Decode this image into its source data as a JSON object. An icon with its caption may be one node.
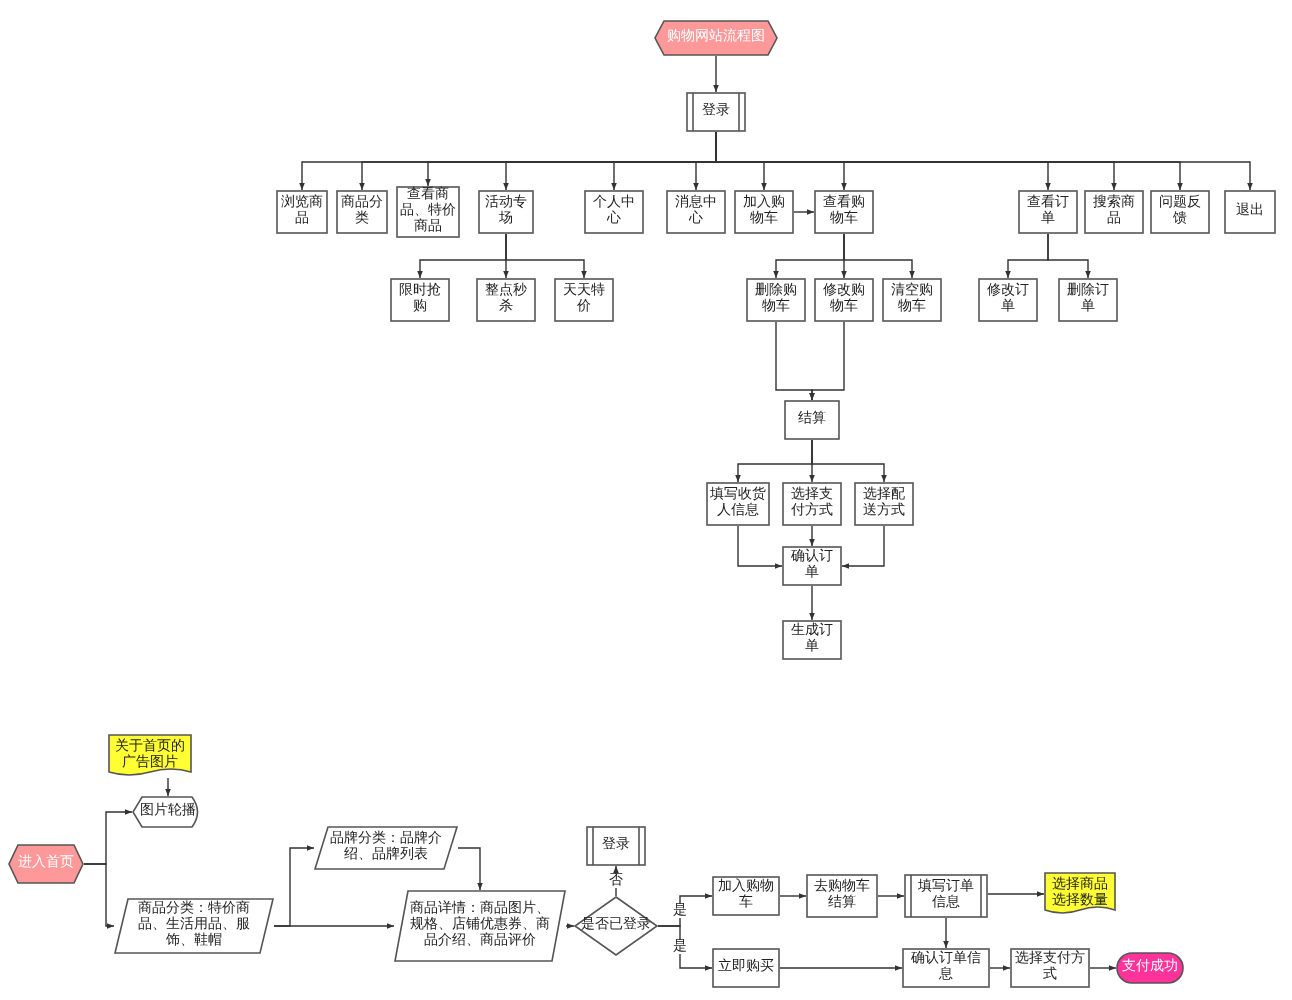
{
  "diagram": {
    "nodes": [
      {
        "text": [
          "购物网站流程图"
        ]
      },
      {
        "text": [
          "登录"
        ]
      },
      {
        "text": [
          "浏览商品"
        ]
      },
      {
        "text": [
          "商品分类"
        ]
      },
      {
        "text": [
          "查看商品、特价商品"
        ]
      },
      {
        "text": [
          "活动专场"
        ]
      },
      {
        "text": [
          "个人中心"
        ]
      },
      {
        "text": [
          "消息中心"
        ]
      },
      {
        "text": [
          "加入购物车"
        ]
      },
      {
        "text": [
          "查看购物车"
        ]
      },
      {
        "text": [
          "查看订单"
        ]
      },
      {
        "text": [
          "搜索商品"
        ]
      },
      {
        "text": [
          "问题反馈"
        ]
      },
      {
        "text": [
          "退出"
        ]
      },
      {
        "text": [
          "限时抢购"
        ]
      },
      {
        "text": [
          "整点秒杀"
        ]
      },
      {
        "text": [
          "天天特价"
        ]
      },
      {
        "text": [
          "删除购物车"
        ]
      },
      {
        "text": [
          "修改购物车"
        ]
      },
      {
        "text": [
          "清空购物车"
        ]
      },
      {
        "text": [
          "修改订单"
        ]
      },
      {
        "text": [
          "删除订单"
        ]
      },
      {
        "text": [
          "结算"
        ]
      },
      {
        "text": [
          "填写收货人信息"
        ]
      },
      {
        "text": [
          "选择支付方式"
        ]
      },
      {
        "text": [
          "选择配送方式"
        ]
      },
      {
        "text": [
          "确认订单"
        ]
      },
      {
        "text": [
          "生成订单"
        ]
      },
      {
        "text": [
          "进入首页"
        ]
      },
      {
        "text": [
          "关于首页的广告图片"
        ]
      },
      {
        "text": [
          "图片轮播"
        ]
      },
      {
        "text": [
          "商品分类：特价商品、生活用品、服饰、鞋帽"
        ]
      },
      {
        "text": [
          "品牌分类：品牌介绍、品牌列表"
        ]
      },
      {
        "text": [
          "商品详情：商品图片、规格、店铺优惠券、商品介绍、商品评价"
        ]
      },
      {
        "text": [
          "是否已登录"
        ]
      },
      {
        "text": [
          "登录"
        ]
      },
      {
        "text": [
          "加入购物车"
        ]
      },
      {
        "text": [
          "立即购买"
        ]
      },
      {
        "text": [
          "去购物车结算"
        ]
      },
      {
        "text": [
          "填写订单信息"
        ]
      },
      {
        "text": [
          "选择商品选择数量"
        ]
      },
      {
        "text": [
          "确认订单信息"
        ]
      },
      {
        "text": [
          "选择支付方式"
        ]
      },
      {
        "text": [
          "支付成功"
        ]
      }
    ],
    "edges": [
      {
        "from": 0,
        "to": 1,
        "arrow": "to"
      },
      {
        "from": 1,
        "to": 2,
        "arrow": "to"
      },
      {
        "from": 1,
        "to": 3,
        "arrow": "to"
      },
      {
        "from": 1,
        "to": 4,
        "arrow": "to"
      },
      {
        "from": 1,
        "to": 5,
        "arrow": "to"
      },
      {
        "from": 1,
        "to": 6,
        "arrow": "to"
      },
      {
        "from": 1,
        "to": 7,
        "arrow": "to"
      },
      {
        "from": 1,
        "to": 8,
        "arrow": "to"
      },
      {
        "from": 1,
        "to": 9,
        "arrow": "to"
      },
      {
        "from": 1,
        "to": 10,
        "arrow": "to"
      },
      {
        "from": 1,
        "to": 11,
        "arrow": "to"
      },
      {
        "from": 1,
        "to": 12,
        "arrow": "to"
      },
      {
        "from": 1,
        "to": 13,
        "arrow": "to"
      },
      {
        "from": 5,
        "to": 14,
        "arrow": "to"
      },
      {
        "from": 5,
        "to": 15,
        "arrow": "to"
      },
      {
        "from": 5,
        "to": 16,
        "arrow": "to"
      },
      {
        "from": 8,
        "to": 9,
        "arrow": "to"
      },
      {
        "from": 9,
        "to": 17,
        "arrow": "to"
      },
      {
        "from": 9,
        "to": 18,
        "arrow": "to"
      },
      {
        "from": 9,
        "to": 19,
        "arrow": "to"
      },
      {
        "from": 10,
        "to": 20,
        "arrow": "to"
      },
      {
        "from": 10,
        "to": 21,
        "arrow": "to"
      },
      {
        "from": 17,
        "to": 22,
        "arrow": "to"
      },
      {
        "from": 18,
        "to": 22,
        "arrow": "to"
      },
      {
        "from": 22,
        "to": 23,
        "arrow": "to"
      },
      {
        "from": 22,
        "to": 24,
        "arrow": "to"
      },
      {
        "from": 22,
        "to": 25,
        "arrow": "to"
      },
      {
        "from": 23,
        "to": 26,
        "arrow": "to"
      },
      {
        "from": 24,
        "to": 26,
        "arrow": "to"
      },
      {
        "from": 25,
        "to": 26,
        "arrow": "to"
      },
      {
        "from": 26,
        "to": 27,
        "arrow": "to"
      },
      {
        "from": 28,
        "to": 30,
        "arrow": "to"
      },
      {
        "from": 28,
        "to": 31,
        "arrow": "to"
      },
      {
        "from": 29,
        "to": 30,
        "arrow": "to"
      },
      {
        "from": 31,
        "to": 32,
        "arrow": "to"
      },
      {
        "from": 31,
        "to": 33,
        "arrow": "to"
      },
      {
        "from": 32,
        "to": 33,
        "arrow": "to"
      },
      {
        "from": 33,
        "to": 34,
        "arrow": "to"
      },
      {
        "from": 34,
        "to": 35,
        "label": "否",
        "arrow": "to"
      },
      {
        "from": 34,
        "to": 36,
        "label": "是",
        "arrow": "to"
      },
      {
        "from": 34,
        "to": 37,
        "label": "是",
        "arrow": "to"
      },
      {
        "from": 36,
        "to": 38,
        "arrow": "to"
      },
      {
        "from": 38,
        "to": 39,
        "arrow": "to"
      },
      {
        "from": 39,
        "to": 40,
        "arrow": "to"
      },
      {
        "from": 39,
        "to": 41,
        "arrow": "to"
      },
      {
        "from": 37,
        "to": 41,
        "arrow": "to"
      },
      {
        "from": 41,
        "to": 42,
        "arrow": "to"
      },
      {
        "from": 42,
        "to": 43,
        "arrow": "to"
      }
    ]
  }
}
